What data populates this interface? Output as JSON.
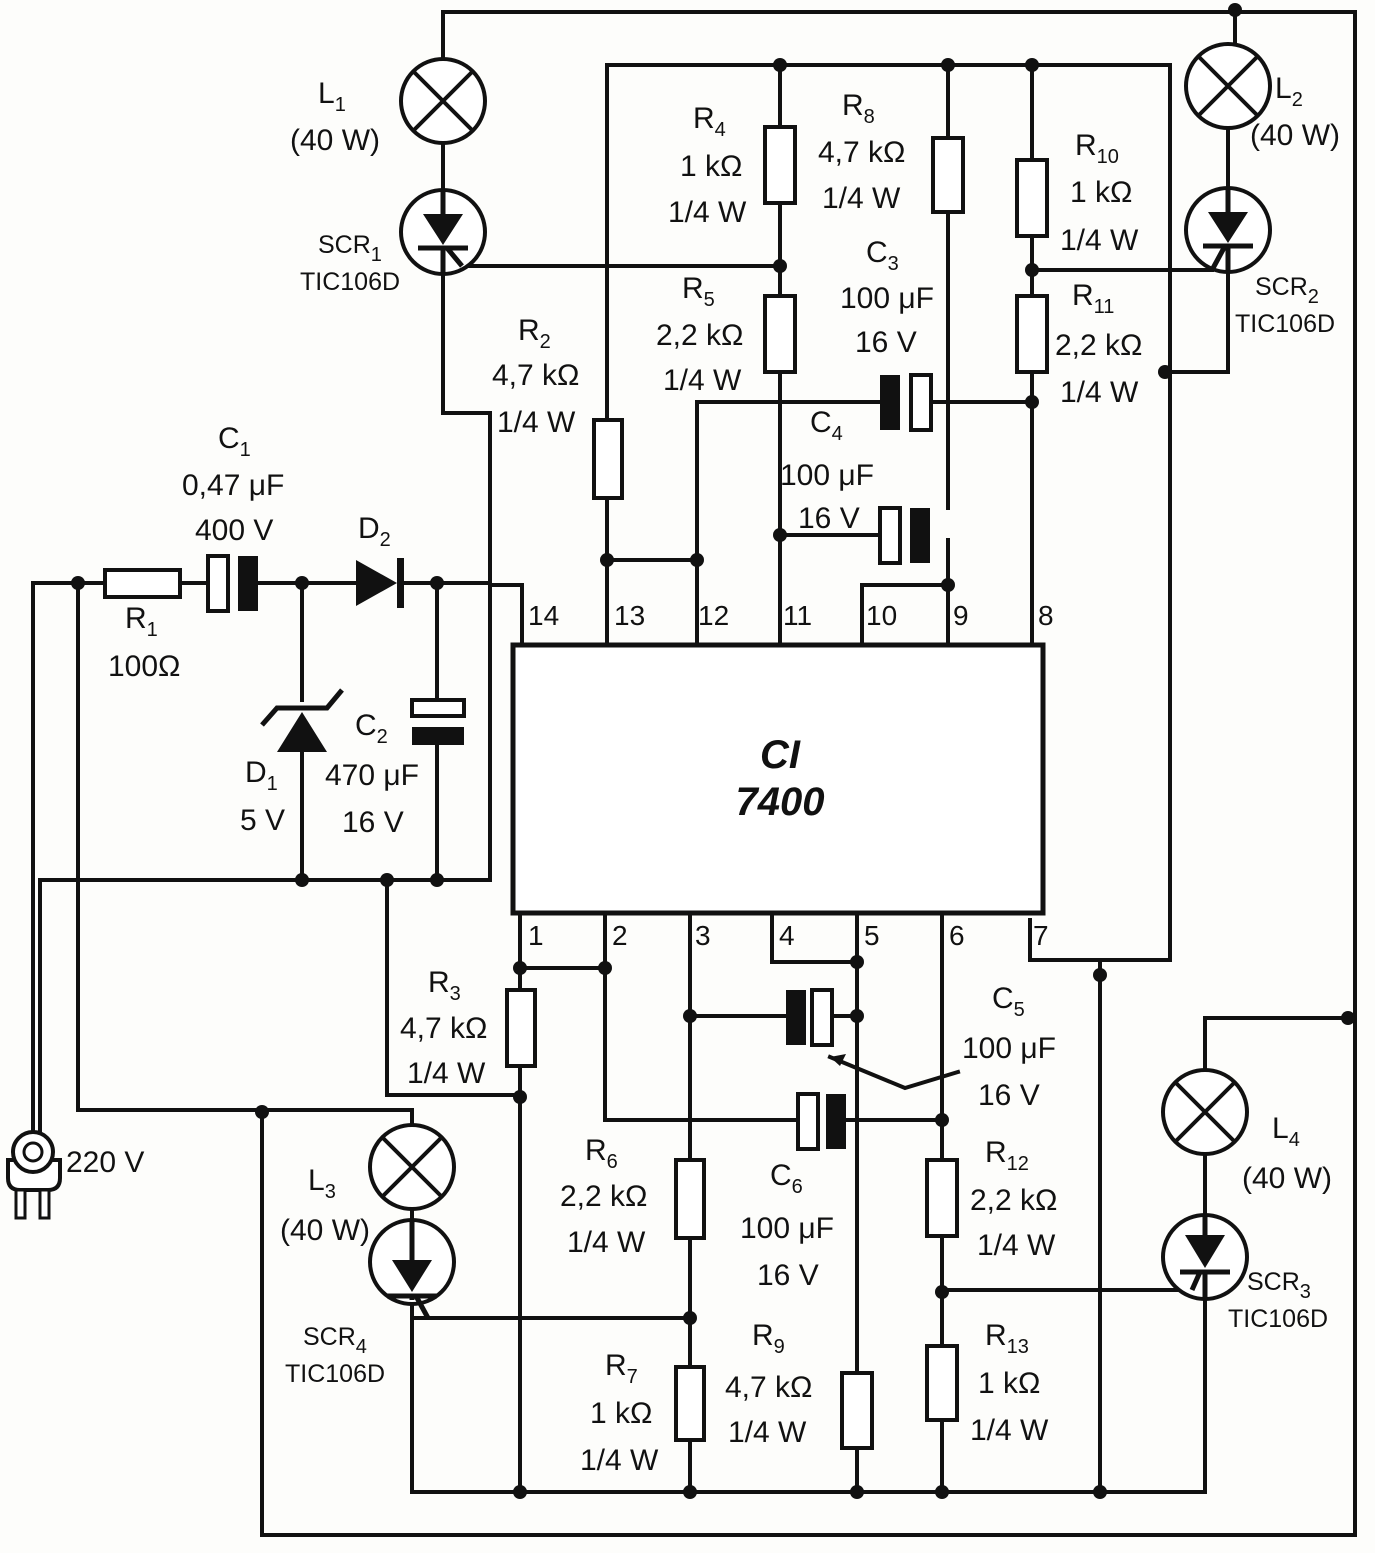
{
  "ic": {
    "line1": "CI",
    "line2": "7400",
    "pins": [
      "1",
      "2",
      "3",
      "4",
      "5",
      "6",
      "7",
      "8",
      "9",
      "10",
      "11",
      "12",
      "13",
      "14"
    ]
  },
  "supply": {
    "label": "220 V"
  },
  "components": {
    "R1": {
      "name": "R",
      "sub": "1",
      "values": [
        "100Ω"
      ]
    },
    "R2": {
      "name": "R",
      "sub": "2",
      "values": [
        "4,7 kΩ",
        "1/4 W"
      ]
    },
    "R3": {
      "name": "R",
      "sub": "3",
      "values": [
        "4,7 kΩ",
        "1/4 W"
      ]
    },
    "R4": {
      "name": "R",
      "sub": "4",
      "values": [
        "1 kΩ",
        "1/4 W"
      ]
    },
    "R5": {
      "name": "R",
      "sub": "5",
      "values": [
        "2,2 kΩ",
        "1/4 W"
      ]
    },
    "R6": {
      "name": "R",
      "sub": "6",
      "values": [
        "2,2 kΩ",
        "1/4 W"
      ]
    },
    "R7": {
      "name": "R",
      "sub": "7",
      "values": [
        "1 kΩ",
        "1/4 W"
      ]
    },
    "R8": {
      "name": "R",
      "sub": "8",
      "values": [
        "4,7 kΩ",
        "1/4 W"
      ]
    },
    "R9": {
      "name": "R",
      "sub": "9",
      "values": [
        "4,7 kΩ",
        "1/4 W"
      ]
    },
    "R10": {
      "name": "R",
      "sub": "10",
      "values": [
        "1 kΩ",
        "1/4 W"
      ]
    },
    "R11": {
      "name": "R",
      "sub": "11",
      "values": [
        "2,2 kΩ",
        "1/4 W"
      ]
    },
    "R12": {
      "name": "R",
      "sub": "12",
      "values": [
        "2,2 kΩ",
        "1/4 W"
      ]
    },
    "R13": {
      "name": "R",
      "sub": "13",
      "values": [
        "1 kΩ",
        "1/4 W"
      ]
    },
    "C1": {
      "name": "C",
      "sub": "1",
      "values": [
        "0,47 μF",
        "400 V"
      ]
    },
    "C2": {
      "name": "C",
      "sub": "2",
      "values": [
        "470 μF",
        "16 V"
      ]
    },
    "C3": {
      "name": "C",
      "sub": "3",
      "values": [
        "100 μF",
        "16 V"
      ]
    },
    "C4": {
      "name": "C",
      "sub": "4",
      "values": [
        "100 μF",
        "16 V"
      ]
    },
    "C5": {
      "name": "C",
      "sub": "5",
      "values": [
        "100 μF",
        "16 V"
      ]
    },
    "C6": {
      "name": "C",
      "sub": "6",
      "values": [
        "100 μF",
        "16 V"
      ]
    },
    "D1": {
      "name": "D",
      "sub": "1",
      "values": [
        "5 V"
      ]
    },
    "D2": {
      "name": "D",
      "sub": "2",
      "values": []
    },
    "L1": {
      "name": "L",
      "sub": "1",
      "values": [
        "(40 W)"
      ]
    },
    "L2": {
      "name": "L",
      "sub": "2",
      "values": [
        "(40 W)"
      ]
    },
    "L3": {
      "name": "L",
      "sub": "3",
      "values": [
        "(40 W)"
      ]
    },
    "L4": {
      "name": "L",
      "sub": "4",
      "values": [
        "(40 W)"
      ]
    },
    "SCR1": {
      "name": "SCR",
      "sub": "1",
      "values": [
        "TIC106D"
      ]
    },
    "SCR2": {
      "name": "SCR",
      "sub": "2",
      "values": [
        "TIC106D"
      ]
    },
    "SCR3": {
      "name": "SCR",
      "sub": "3",
      "values": [
        "TIC106D"
      ]
    },
    "SCR4": {
      "name": "SCR",
      "sub": "4",
      "values": [
        "TIC106D"
      ]
    }
  }
}
